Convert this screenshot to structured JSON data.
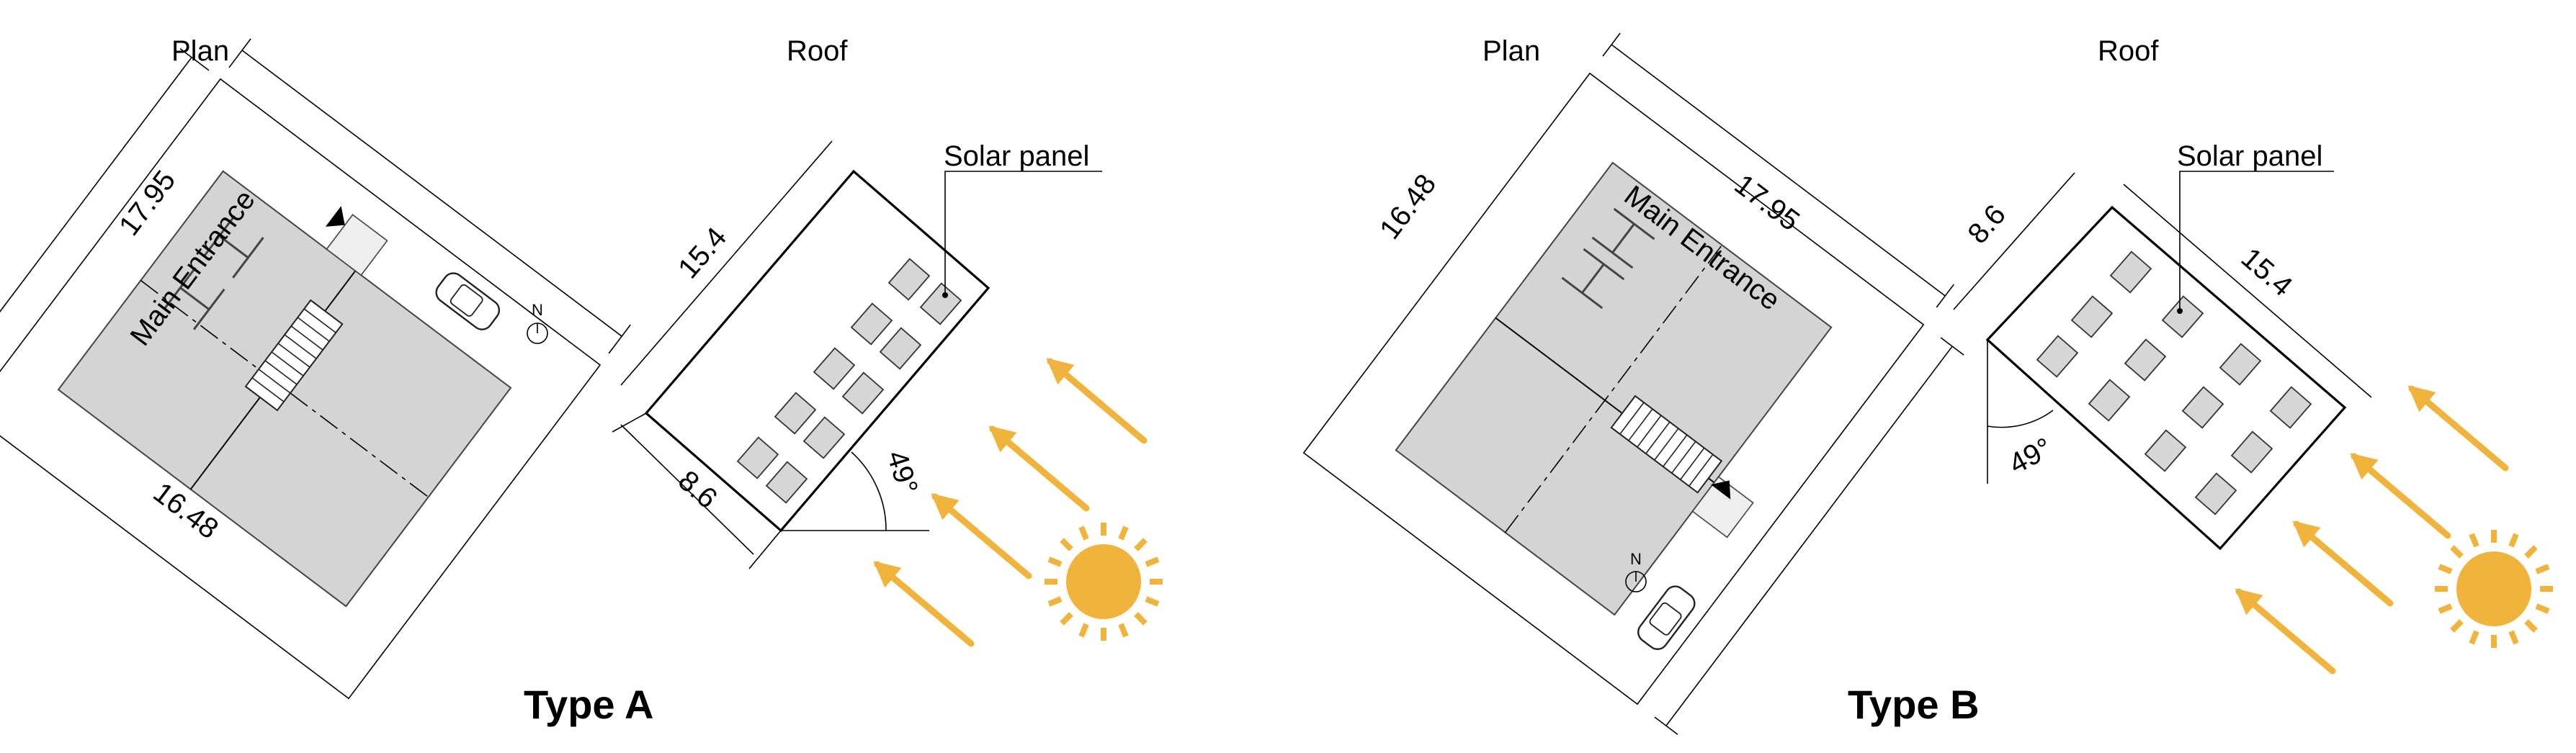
{
  "colors": {
    "sun": "#f0b43c",
    "building": "#d4d4d4",
    "line": "#000000"
  },
  "icons": [
    "car-icon",
    "north-icon",
    "sun-icon",
    "stair-icon",
    "entrance-arrow-icon"
  ],
  "type_a": {
    "caption": "Type A",
    "plan": {
      "title": "Plan",
      "dim_long": "17.95",
      "dim_short": "16.48",
      "entrance": "Main Entrance",
      "north": "N"
    },
    "roof": {
      "title": "Roof",
      "dim_long": "15.4",
      "dim_short": "8.6",
      "angle": "49°",
      "panel_label": "Solar panel"
    }
  },
  "type_b": {
    "caption": "Type B",
    "plan": {
      "title": "Plan",
      "dim_long": "17.95",
      "dim_short": "16.48",
      "entrance": "Main Entrance",
      "north": "N"
    },
    "roof": {
      "title": "Roof",
      "dim_long": "15.4",
      "dim_short": "8.6",
      "angle": "49°",
      "panel_label": "Solar panel"
    }
  }
}
